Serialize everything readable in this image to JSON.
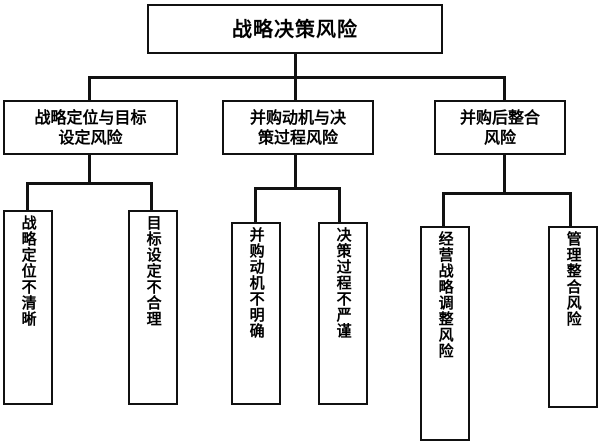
{
  "diagram": {
    "title": "战略决策风险",
    "type": "hierarchical-tree",
    "orientation": "top-down",
    "levels": 3,
    "root": {
      "id": "root",
      "label": "战略决策风险",
      "text_direction": "horizontal"
    },
    "branches": [
      {
        "id": "branch-1",
        "label": "战略定位与目标设定风险",
        "label_lines": [
          "战略定位与目标",
          "设定风险"
        ],
        "text_direction": "horizontal",
        "children": [
          {
            "id": "leaf-1",
            "label": "战略定位不清晰",
            "text_direction": "vertical"
          },
          {
            "id": "leaf-2",
            "label": "目标设定不合理",
            "text_direction": "vertical"
          }
        ]
      },
      {
        "id": "branch-2",
        "label": "并购动机与决策过程风险",
        "label_lines": [
          "并购动机与决",
          "策过程风险"
        ],
        "text_direction": "horizontal",
        "children": [
          {
            "id": "leaf-3",
            "label": "并购动机不明确",
            "text_direction": "vertical"
          },
          {
            "id": "leaf-4",
            "label": "决策过程不严谨",
            "text_direction": "vertical"
          }
        ]
      },
      {
        "id": "branch-3",
        "label": "并购后整合风险",
        "label_lines": [
          "并购后整合",
          "风险"
        ],
        "text_direction": "horizontal",
        "children": [
          {
            "id": "leaf-5",
            "label": "经营战略调整风险",
            "text_direction": "vertical"
          },
          {
            "id": "leaf-6",
            "label": "管理整合风险",
            "text_direction": "vertical"
          }
        ]
      }
    ],
    "style": {
      "line_color": "#111111",
      "box_border_color": "#111111",
      "box_fill": "#ffffff",
      "text_color": "#000000",
      "background": "#ffffff"
    }
  }
}
